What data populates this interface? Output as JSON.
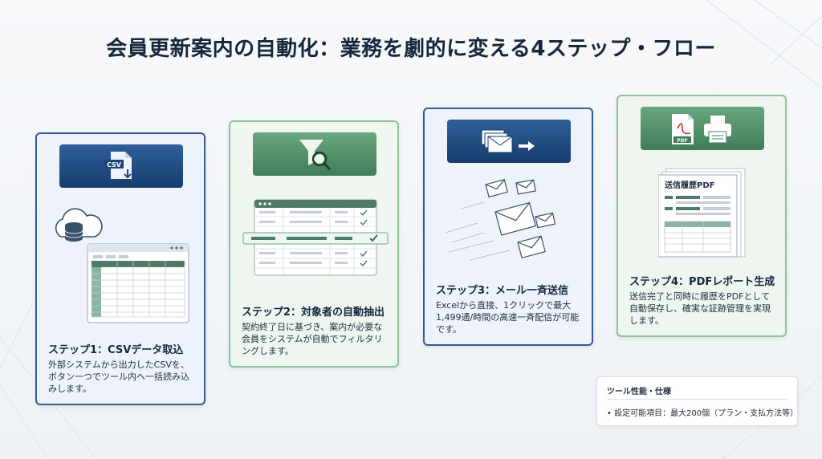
{
  "page": {
    "title": "会員更新案内の自動化：業務を劇的に変える4ステップ・フロー"
  },
  "steps": [
    {
      "title": "ステップ1：CSVデータ取込",
      "description": "外部システムから出力したCSVを、ボタン一つでツール内へ一括読み込みします。",
      "icon_label": "CSV",
      "icon": "csv-file-icon",
      "accent": "blue"
    },
    {
      "title": "ステップ2：対象者の自動抽出",
      "description": "契約終了日に基づき、案内が必要な会員をシステムが自動でフィルタリングします。",
      "icon": "funnel-magnifier-icon",
      "accent": "green"
    },
    {
      "title": "ステップ3：メール一斉送信",
      "description": "Excelから直接、1クリックで最大1,499通/時間の高速一斉配信が可能です。",
      "icon": "mail-send-icon",
      "accent": "blue"
    },
    {
      "title": "ステップ4：PDFレポート生成",
      "description": "送信完了と同時に履歴をPDFとして自動保存し、確実な証跡管理を実現します。",
      "icon_label": "PDF",
      "icon": "pdf-printer-icon",
      "report_title": "送信履歴PDF",
      "accent": "green"
    }
  ],
  "spec": {
    "title": "ツール性能・仕様",
    "items": [
      "•  設定可能項目：最大200個（プラン・支払方法等）"
    ]
  },
  "colors": {
    "blue": "#2f5d94",
    "green": "#6aa780",
    "title": "#16263d"
  }
}
